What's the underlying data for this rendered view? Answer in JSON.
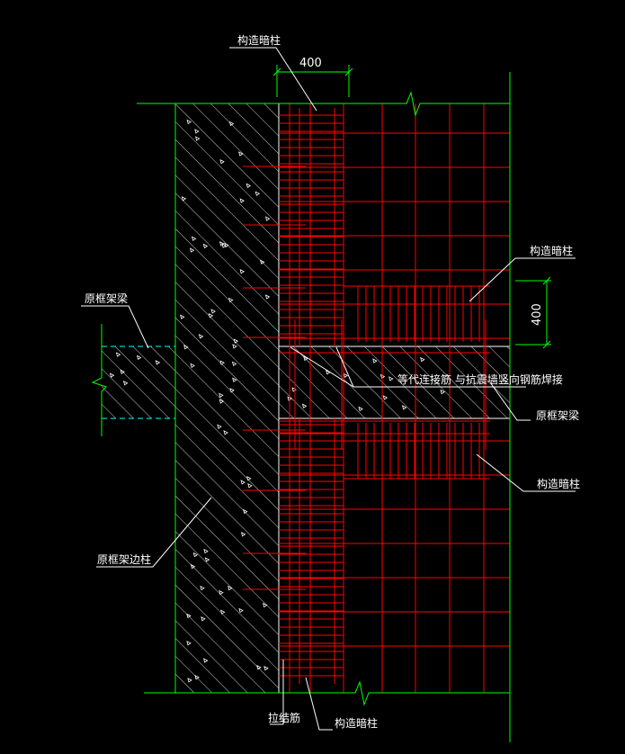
{
  "drawing": {
    "background": "#000000",
    "colors": {
      "axis": "#00ff00",
      "rebar": "#ff0000",
      "hatch": "#ffffff",
      "dashed": "#00ffff",
      "dim": "#00ff00",
      "leader": "#ffffff"
    },
    "labels": {
      "top_column": "构造暗柱",
      "right_column": "构造暗柱",
      "bottom_right_column": "构造暗柱",
      "bottom_column": "构造暗柱",
      "left_beam": "原框架梁",
      "right_beam": "原框架梁",
      "frame_column": "原框架边柱",
      "tie_bar": "拉结筋",
      "connection_note": "等代连接筋 与抗震墙竖向钢筋焊接"
    },
    "dimensions": {
      "top_width": "400",
      "right_height": "400"
    }
  }
}
